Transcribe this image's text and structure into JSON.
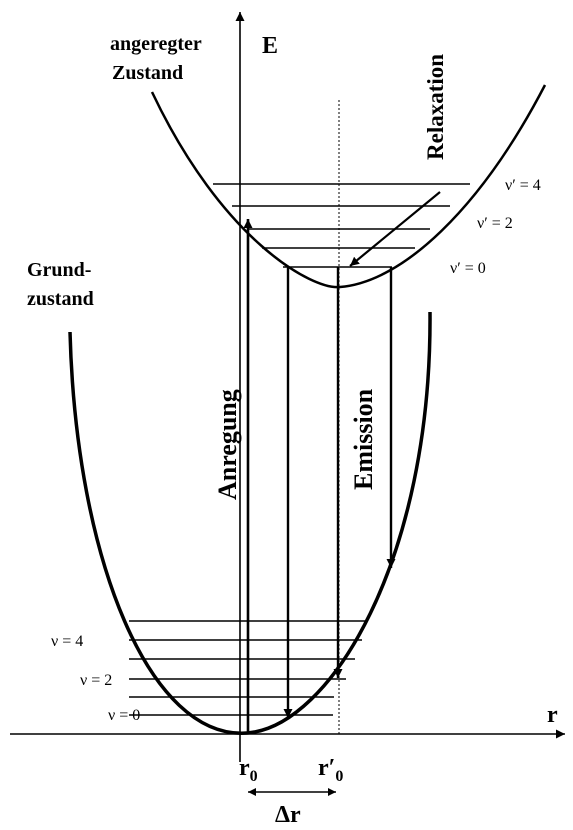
{
  "axes": {
    "energy_label": "E",
    "r_label": "r"
  },
  "states": {
    "excited_line1": "angeregter",
    "excited_line2": "Zustand",
    "ground_line1": "Grund-",
    "ground_line2": "zustand"
  },
  "processes": {
    "relaxation": "Relaxation",
    "excitation": "Anregung",
    "emission": "Emission"
  },
  "excited_levels": {
    "v4": "ν′ = 4",
    "v2": "ν′ = 2",
    "v0": "ν′ = 0"
  },
  "ground_levels": {
    "v4": "ν = 4",
    "v2": "ν = 2",
    "v0": "ν = 0"
  },
  "positions": {
    "r0_main": "r",
    "r0_sub": "0",
    "r0p_main": "r′",
    "r0p_sub": "0",
    "delta_r": "Δr"
  },
  "colors": {
    "ink": "#000000",
    "background": "#ffffff"
  }
}
